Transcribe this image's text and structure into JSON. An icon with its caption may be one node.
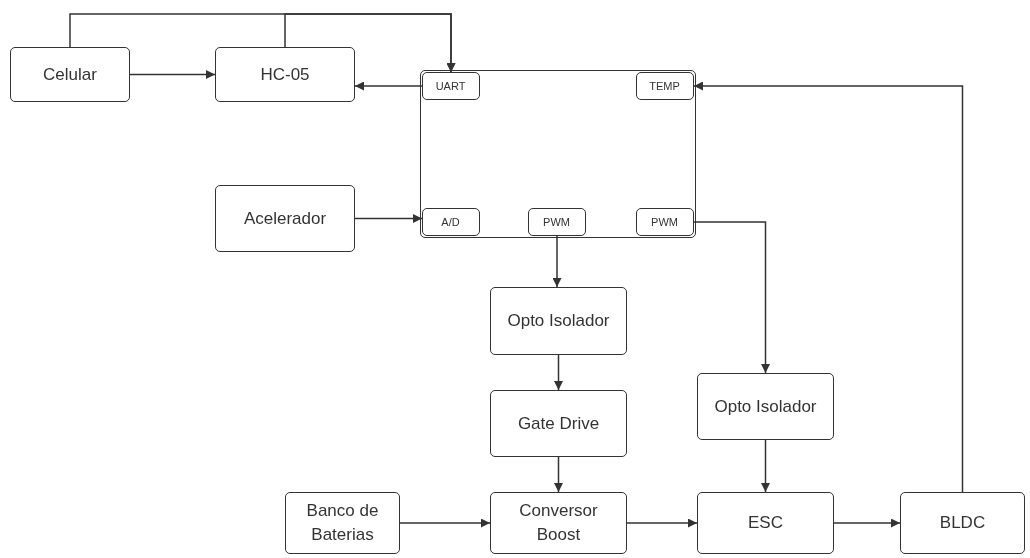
{
  "diagram": {
    "nodes": [
      {
        "text": [
          "Celular"
        ]
      },
      {
        "text": [
          "HC-05"
        ]
      },
      {
        "text": [],
        "shape": "box"
      },
      {
        "text": [
          "UART"
        ],
        "in": 2
      },
      {
        "text": [
          "TEMP"
        ],
        "in": 2
      },
      {
        "text": [
          "Acelerador"
        ]
      },
      {
        "text": [
          "A/D"
        ],
        "in": 2
      },
      {
        "text": [
          "PWM"
        ],
        "in": 2
      },
      {
        "text": [
          "PWM"
        ],
        "in": 2
      },
      {
        "text": [
          "Opto Isolador"
        ]
      },
      {
        "text": [
          "Gate Drive"
        ]
      },
      {
        "text": [
          "Opto Isolador"
        ]
      },
      {
        "text": [
          "Banco de Baterias"
        ]
      },
      {
        "text": [
          "Conversor Boost"
        ]
      },
      {
        "text": [
          "ESC"
        ]
      },
      {
        "text": [
          "BLDC"
        ]
      }
    ],
    "edges": [
      {
        "from": 0,
        "to": 3,
        "arrow": "to"
      },
      {
        "from": 1,
        "to": 3,
        "arrow": "to"
      },
      {
        "from": 0,
        "to": 1,
        "arrow": "to"
      },
      {
        "from": 3,
        "to": 1,
        "arrow": "to"
      },
      {
        "from": 15,
        "to": 4,
        "arrow": "to"
      },
      {
        "from": 5,
        "to": 6,
        "arrow": "to"
      },
      {
        "from": 7,
        "to": 9,
        "arrow": "to"
      },
      {
        "from": 8,
        "to": 11,
        "arrow": "to"
      },
      {
        "from": 9,
        "to": 10,
        "arrow": "to"
      },
      {
        "from": 10,
        "to": 13,
        "arrow": "to"
      },
      {
        "from": 12,
        "to": 13,
        "arrow": "to"
      },
      {
        "from": 13,
        "to": 14,
        "arrow": "to"
      },
      {
        "from": 11,
        "to": 14,
        "arrow": "to"
      },
      {
        "from": 14,
        "to": 15,
        "arrow": "to"
      }
    ]
  }
}
